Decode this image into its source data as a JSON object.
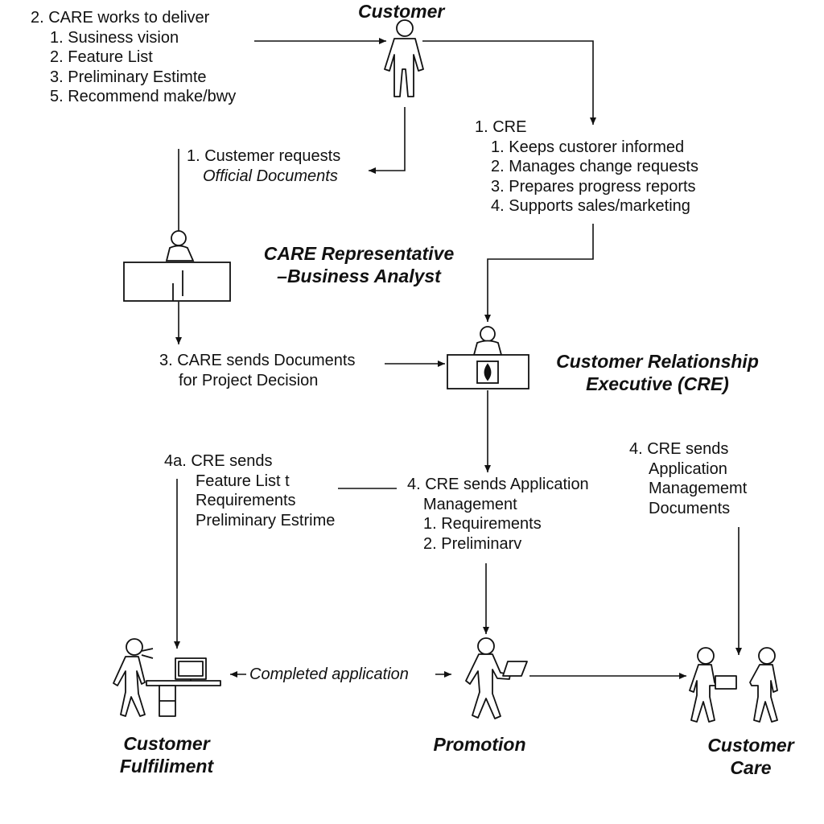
{
  "actors": {
    "customer": "Customer",
    "care_rep_line1": "CARE Representative",
    "care_rep_line2": "–Business Analyst",
    "cre_line1": "Customer Relationship",
    "cre_line2": "Executive (CRE)",
    "fulfilment_line1": "Customer",
    "fulfilment_line2": "Fulfiliment",
    "promotion": "Promotion",
    "care_line1": "Customer",
    "care_line2": "Care"
  },
  "care_delivers": {
    "title": "2. CARE works to deliver",
    "items": [
      "1. Susiness vision",
      "2. Feature List",
      "3. Preliminary Estimte",
      "5. Recommend make/bwy"
    ]
  },
  "customer_requests": {
    "line1": "1. Custemer requests",
    "line2": "Official Documents"
  },
  "cre_duties": {
    "title": "1. CRE",
    "items": [
      "1. Keeps custorer informed",
      "2. Manages change requests",
      "3. Prepares progress reports",
      "4. Supports sales/marketing"
    ]
  },
  "care_sends": {
    "line1": "3. CARE sends Documents",
    "line2": "for Project Decision"
  },
  "cre_sends_4a": {
    "line1": "4a. CRE sends",
    "line2": "Feature List t",
    "line3": "Requirements",
    "line4": "Preliminary Estrime"
  },
  "cre_sends_app": {
    "line1": "4. CRE sends Application",
    "line2": "Management",
    "line3": "1. Requirements",
    "line4": "2. Preliminarv"
  },
  "cre_sends_care": {
    "line1": "4. CRE sends",
    "line2": "Application",
    "line3": "Managememt",
    "line4": "Documents"
  },
  "completed_application": "Completed application",
  "icons": {
    "customer": "standing-person-icon",
    "care_rep": "person-at-desk-icon",
    "cre": "person-at-desk-with-logo-icon",
    "fulfilment": "person-at-computer-desk-icon",
    "promotion": "walking-person-with-document-icon",
    "care": "two-people-exchanging-package-icon"
  }
}
